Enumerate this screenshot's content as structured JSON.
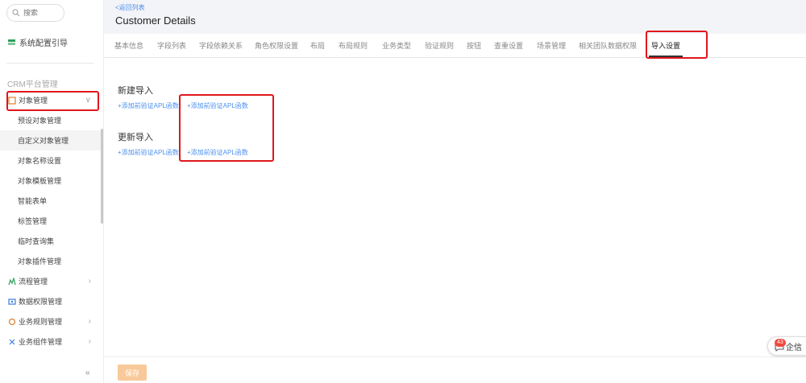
{
  "sidebar": {
    "search_placeholder": "搜索",
    "top_item": "系统配置引导",
    "section_title": "CRM平台管理",
    "items": [
      {
        "label": "对象管理",
        "type": "parent",
        "chevron": "∨"
      },
      {
        "label": "预设对象管理",
        "type": "child"
      },
      {
        "label": "自定义对象管理",
        "type": "child"
      },
      {
        "label": "对象名称设置",
        "type": "child"
      },
      {
        "label": "对象模板管理",
        "type": "child"
      },
      {
        "label": "智能表单",
        "type": "child"
      },
      {
        "label": "标签管理",
        "type": "child"
      },
      {
        "label": "临时查询集",
        "type": "child"
      },
      {
        "label": "对象插件管理",
        "type": "child"
      },
      {
        "label": "流程管理",
        "type": "parent",
        "chevron": "›"
      },
      {
        "label": "数据权限管理",
        "type": "parent",
        "chevron": ""
      },
      {
        "label": "业务规则管理",
        "type": "parent",
        "chevron": "›"
      },
      {
        "label": "业务组件管理",
        "type": "parent",
        "chevron": "›"
      }
    ],
    "collapse": "«"
  },
  "header": {
    "back_link": "<返回列表",
    "title": "Customer Details"
  },
  "tabs": [
    {
      "label": "基本信息"
    },
    {
      "label": "字段列表"
    },
    {
      "label": "字段依赖关系"
    },
    {
      "label": "角色权限设置"
    },
    {
      "label": "布局"
    },
    {
      "label": "布局规则"
    },
    {
      "label": "业务类型"
    },
    {
      "label": "验证规则"
    },
    {
      "label": "按钮"
    },
    {
      "label": "查重设置"
    },
    {
      "label": "场景管理"
    },
    {
      "label": "相关团队数据权限"
    },
    {
      "label": "导入设置"
    }
  ],
  "content": {
    "new_import": {
      "heading": "新建导入",
      "link_pre": "+添加前验证APL函数",
      "link_post": "+添加前验证APL函数"
    },
    "update_import": {
      "heading": "更新导入",
      "link_pre": "+添加前验证APL函数",
      "link_post": "+添加前验证APL函数"
    }
  },
  "footer": {
    "save_label": "保存"
  },
  "chat": {
    "badge": "43",
    "label": "企信"
  },
  "colors": {
    "accent": "#4a8ff0",
    "highlight": "#e0161b",
    "save_button": "#f8c99a"
  }
}
